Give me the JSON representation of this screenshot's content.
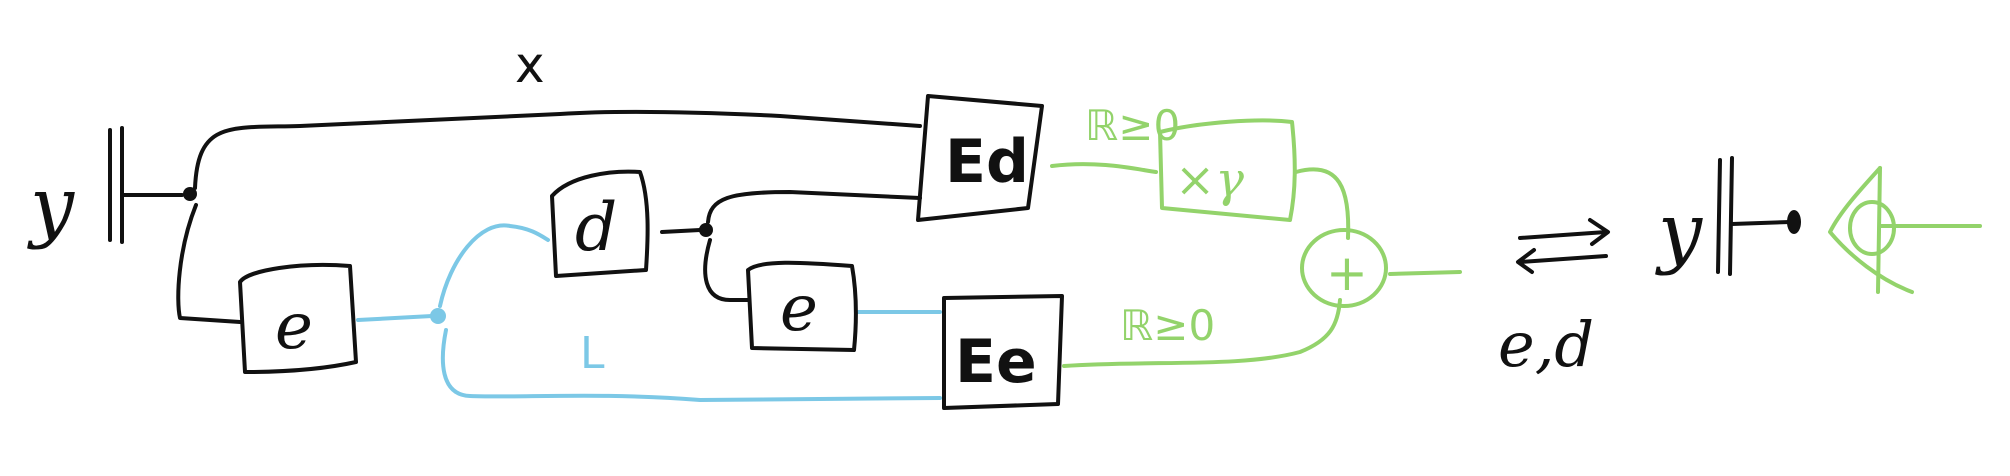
{
  "labels": {
    "y_left": "y",
    "x": "x",
    "box_d": "d",
    "box_e_left": "e",
    "box_e_mid": "e",
    "box_Ed": "Ed",
    "box_Ee": "Ee",
    "L": "L",
    "r_top": "ℝ≥0",
    "r_bottom": "ℝ≥0",
    "times_gamma": "×γ",
    "plus": "+",
    "e_d": "e,d",
    "y_right": "y"
  },
  "colors": {
    "ink": "#111111",
    "blue": "#7cc8e6",
    "green": "#93d36b"
  },
  "icons": {
    "arrows": "rightwards-over-leftwards-arrow",
    "eye": "eye-icon"
  }
}
